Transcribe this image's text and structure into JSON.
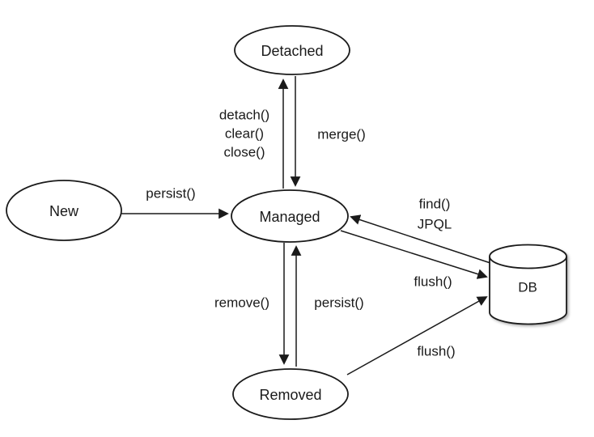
{
  "diagram": {
    "type": "state-diagram",
    "colors": {
      "stroke": "#1a1a1a",
      "node_fill": "#ffffff",
      "text": "#1a1a1a",
      "background": "#ffffff"
    },
    "nodes": [
      {
        "id": "new",
        "label": "New",
        "shape": "ellipse"
      },
      {
        "id": "detached",
        "label": "Detached",
        "shape": "ellipse"
      },
      {
        "id": "managed",
        "label": "Managed",
        "shape": "ellipse"
      },
      {
        "id": "removed",
        "label": "Removed",
        "shape": "ellipse"
      },
      {
        "id": "db",
        "label": "DB",
        "shape": "cylinder"
      }
    ],
    "edges": [
      {
        "from": "new",
        "to": "managed",
        "label": "persist()"
      },
      {
        "from": "managed",
        "to": "detached",
        "labels": [
          "detach()",
          "clear()",
          "close()"
        ]
      },
      {
        "from": "detached",
        "to": "managed",
        "label": "merge()"
      },
      {
        "from": "managed",
        "to": "removed",
        "label": "remove()"
      },
      {
        "from": "removed",
        "to": "managed",
        "label": "persist()"
      },
      {
        "from": "db",
        "to": "managed",
        "labels": [
          "find()",
          "JPQL"
        ]
      },
      {
        "from": "managed",
        "to": "db",
        "label": "flush()"
      },
      {
        "from": "removed",
        "to": "db",
        "label": "flush()"
      }
    ]
  }
}
